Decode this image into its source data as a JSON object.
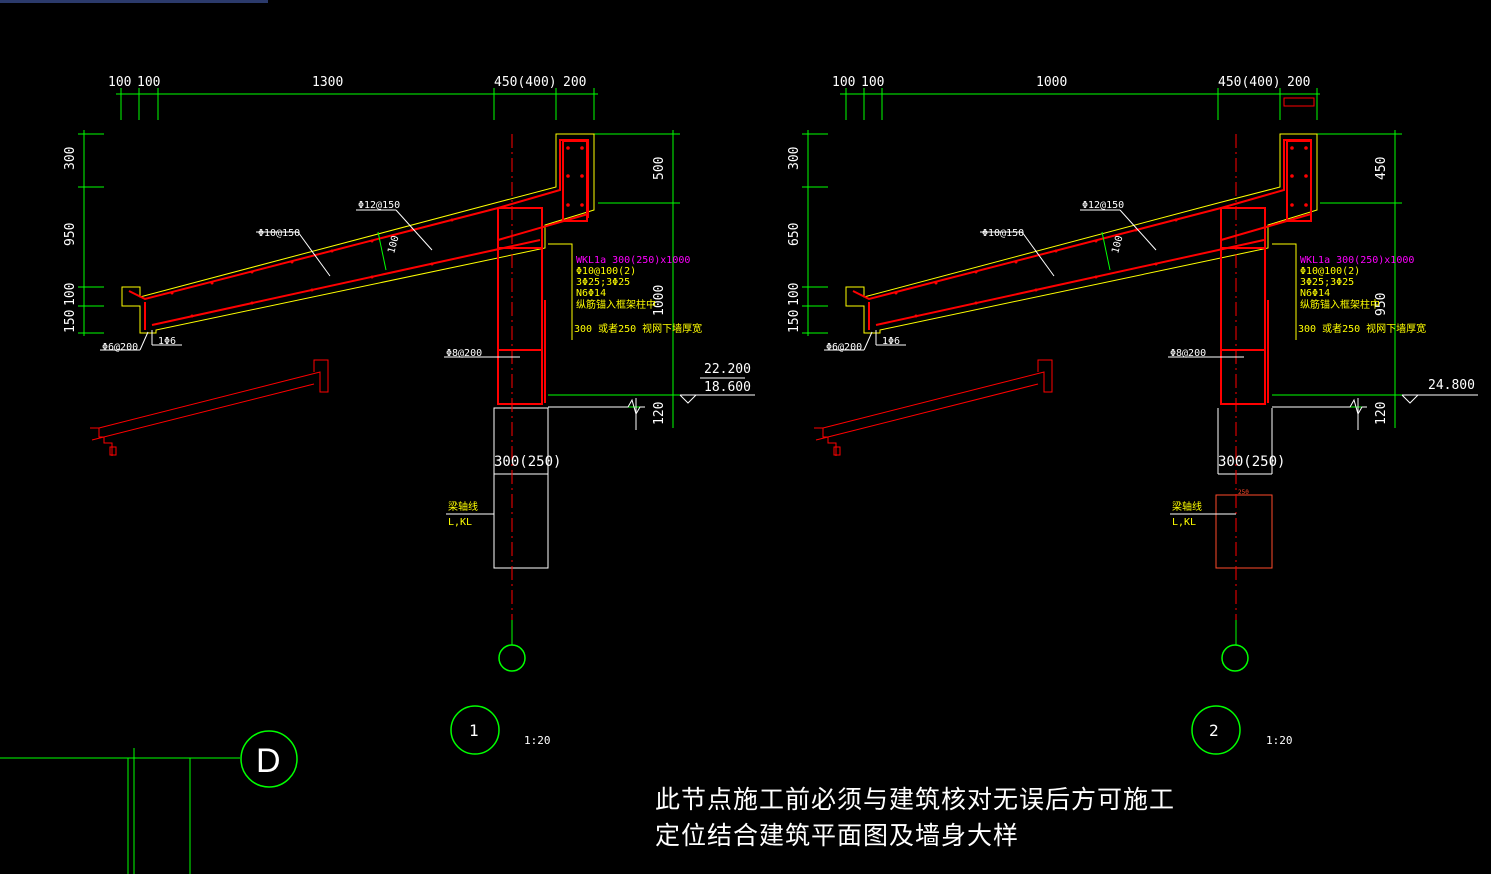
{
  "colors": {
    "background": "#000000",
    "dimension": "#00ff00",
    "concrete": "#ffff00",
    "rebar": "#ff0000",
    "text": "#ffffff",
    "beam_label": "#ff00ff",
    "axis_bubble": "#00ff00"
  },
  "detail1": {
    "dims_top": [
      "100",
      "100",
      "1300",
      "450(400)",
      "200"
    ],
    "dims_left": [
      "300",
      "950",
      "100",
      "150"
    ],
    "dims_right": [
      "500",
      "1000",
      "120"
    ],
    "elev_top": "22.200",
    "elev_bottom": "18.600",
    "col_width": "300(250)",
    "rebar_upper": "Φ12@150",
    "rebar_lower": "Φ10@150",
    "thickness": "100",
    "tie_left": "Φ6@200",
    "bar_left": "1Φ6",
    "stirrup": "Φ8@200",
    "beam_name": "WKL1a  300(250)x1000",
    "beam_stirrup": "Φ10@100(2)",
    "beam_bars": "3Φ25;3Φ25",
    "beam_side": "N6Φ14",
    "beam_note1": "纵筋锚入框架柱中",
    "beam_note2": "300 或者250 视网下墙厚宽",
    "wall_label": "梁轴线",
    "wall_sub": "L,KL",
    "bubble": "1",
    "scale": "1:20"
  },
  "detail2": {
    "dims_top": [
      "100",
      "100",
      "1000",
      "450(400)",
      "200"
    ],
    "dims_left": [
      "300",
      "650",
      "100",
      "150"
    ],
    "dims_right": [
      "450",
      "950",
      "120"
    ],
    "elev_top": "24.800",
    "col_width": "300(250)",
    "rebar_upper": "Φ12@150",
    "rebar_lower": "Φ10@150",
    "thickness": "100",
    "tie_left": "Φ6@200",
    "bar_left": "1Φ6",
    "stirrup": "Φ8@200",
    "beam_name": "WKL1a  300(250)x1000",
    "beam_stirrup": "Φ10@100(2)",
    "beam_bars": "3Φ25;3Φ25",
    "beam_side": "N6Φ14",
    "beam_note1": "纵筋锚入框架柱中",
    "beam_note2": "300 或者250 视网下墙厚宽",
    "wall_label": "梁轴线",
    "wall_sub": "L,KL",
    "small_dim": "250",
    "bubble": "2",
    "scale": "1:20"
  },
  "grid_axis": "D",
  "note": {
    "line1": "此节点施工前必须与建筑核对无误后方可施工",
    "line2": "定位结合建筑平面图及墙身大样"
  }
}
